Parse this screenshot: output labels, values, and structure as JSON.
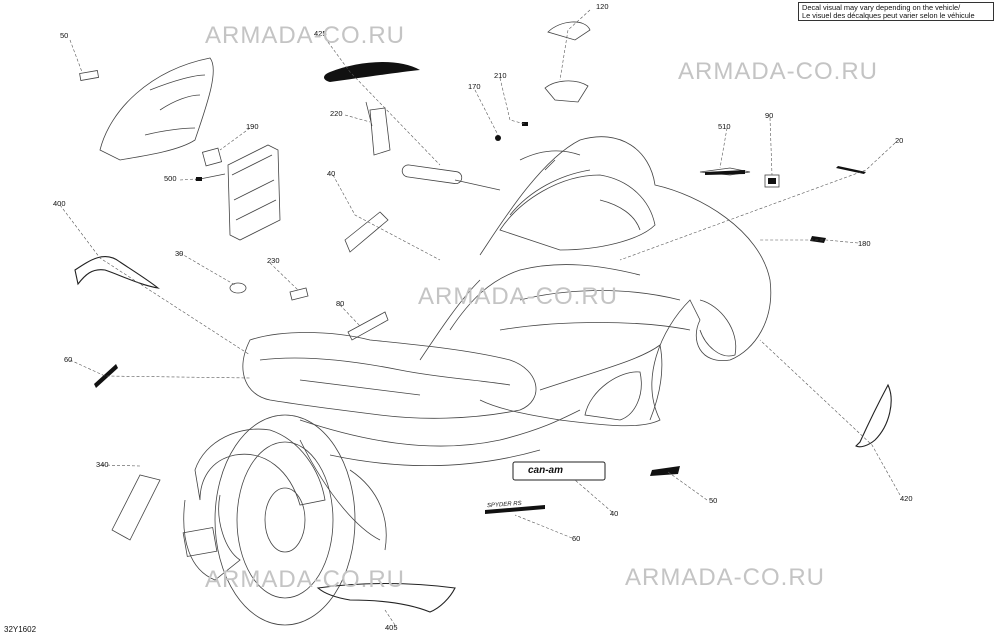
{
  "note": {
    "line1": "Decal visual may vary depending on the vehicle/",
    "line2": "Le visuel des décalques peut varier selon le véhicule"
  },
  "diagram_code": "32Y1602",
  "watermark": "ARMADA-CO.RU",
  "callouts": [
    "50",
    "425",
    "120",
    "210",
    "170",
    "220",
    "190",
    "500",
    "40",
    "510",
    "90",
    "20",
    "180",
    "400",
    "30",
    "230",
    "80",
    "60",
    "340",
    "50",
    "40",
    "60",
    "420",
    "405"
  ],
  "decal_brand": "can-am",
  "decal_model": "SPYDER RS"
}
